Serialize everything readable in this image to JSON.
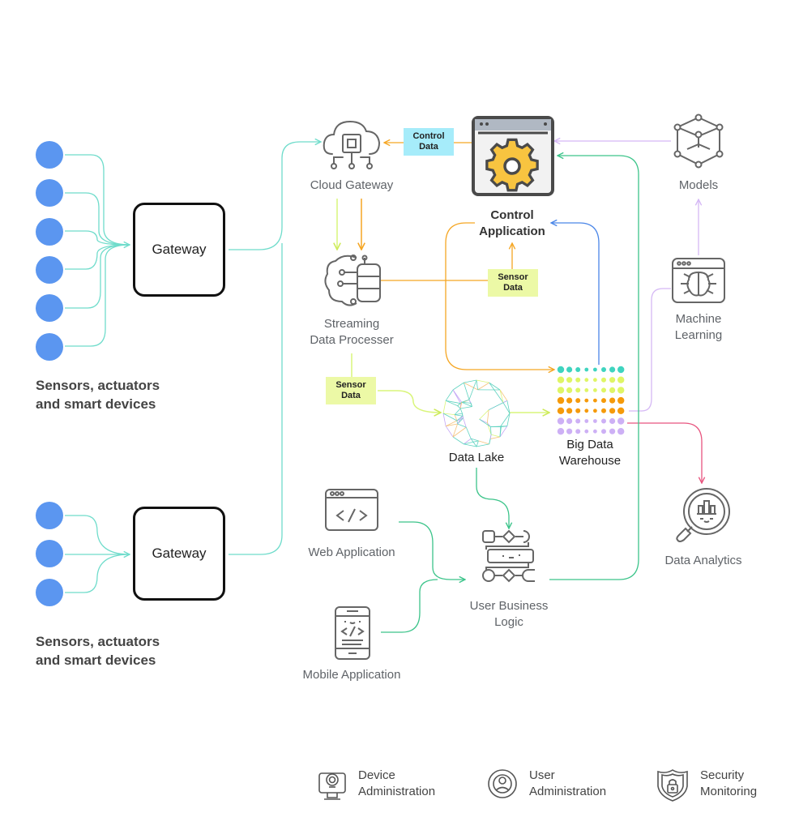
{
  "colors": {
    "sensor": "#5b96f0",
    "teal_line": "#6fdccb",
    "orange_line": "#f5a623",
    "lime_line": "#d9f57a",
    "green_line": "#3cc48a",
    "blue_line": "#4a86e8",
    "lavender_line": "#d5b8f5",
    "pink_line": "#e8557f",
    "gear": "#f8c440",
    "tag_cyan": "#a6ecfa",
    "tag_lime": "#ecf9a6"
  },
  "sensor_groups": [
    {
      "caption_line1": "Sensors, actuators",
      "caption_line2": "and smart devices",
      "count": 6,
      "gateway_label": "Gateway"
    },
    {
      "caption_line1": "Sensors, actuators",
      "caption_line2": "and smart devices",
      "count": 3,
      "gateway_label": "Gateway"
    }
  ],
  "nodes": {
    "cloud_gateway": {
      "label": "Cloud Gateway",
      "icon": "cloud-chip-icon"
    },
    "control_app": {
      "label_line1": "Control",
      "label_line2": "Application",
      "icon": "gear-window-icon"
    },
    "models": {
      "label": "Models",
      "icon": "cube-network-icon"
    },
    "streaming": {
      "label_line1": "Streaming",
      "label_line2": "Data Processer",
      "icon": "brain-database-icon"
    },
    "machine_learning": {
      "label_line1": "Machine",
      "label_line2": "Learning",
      "icon": "brain-window-icon"
    },
    "data_lake": {
      "label": "Data Lake",
      "icon": "mesh-sphere-icon"
    },
    "big_data": {
      "label_line1": "Big Data",
      "label_line2": "Warehouse",
      "icon": "dot-grid-icon"
    },
    "data_analytics": {
      "label": "Data Analytics",
      "icon": "magnifier-chart-icon"
    },
    "web_app": {
      "label": "Web Application",
      "icon": "code-window-icon"
    },
    "mobile_app": {
      "label": "Mobile Application",
      "icon": "code-phone-icon"
    },
    "business_logic": {
      "label_line1": "User Business",
      "label_line2": "Logic",
      "icon": "flowchart-icon"
    }
  },
  "tags": {
    "control_data": {
      "line1": "Control",
      "line2": "Data"
    },
    "sensor_data_1": {
      "line1": "Sensor",
      "line2": "Data"
    },
    "sensor_data_2": {
      "line1": "Sensor",
      "line2": "Data"
    }
  },
  "legend": [
    {
      "line1": "Device",
      "line2": "Administration",
      "icon": "device-admin-icon"
    },
    {
      "line1": "User",
      "line2": "Administration",
      "icon": "user-admin-icon"
    },
    {
      "line1": "Security",
      "line2": "Monitoring",
      "icon": "security-shield-icon"
    }
  ],
  "warehouse_grid": {
    "rows": [
      "#3fd4bf",
      "#dff566",
      "#dff566",
      "#f59a0a",
      "#f59a0a",
      "#cdb0f5",
      "#cdb0f5"
    ],
    "columns": 8
  }
}
